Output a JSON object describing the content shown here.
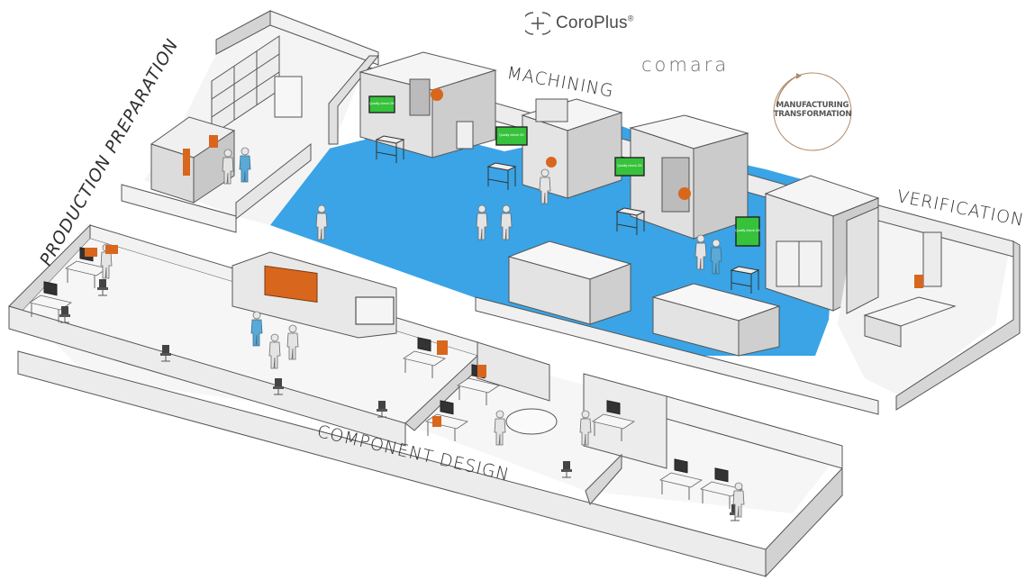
{
  "brands": {
    "coroplus": "CoroPlus",
    "coroplus_mark": "®",
    "comara": "comara",
    "seal_line1": "MANUFACTURING",
    "seal_line2": "TRANSFORMATION"
  },
  "zones": {
    "machining": "MACHINING",
    "verification": "VERIFICATION",
    "production_preparation": "PRODUCTION PREPARATION",
    "component_design": "COMPONENT DESIGN"
  },
  "screens": {
    "quality_check": "Quality check OK"
  },
  "colors": {
    "floor_blue": "#3aa4e6",
    "wall_top": "#f2f2f2",
    "wall_side": "#cfcfcf",
    "screen_green": "#37c23c",
    "accent_orange": "#d8661c",
    "worker_blue": "#5aa9d6"
  }
}
